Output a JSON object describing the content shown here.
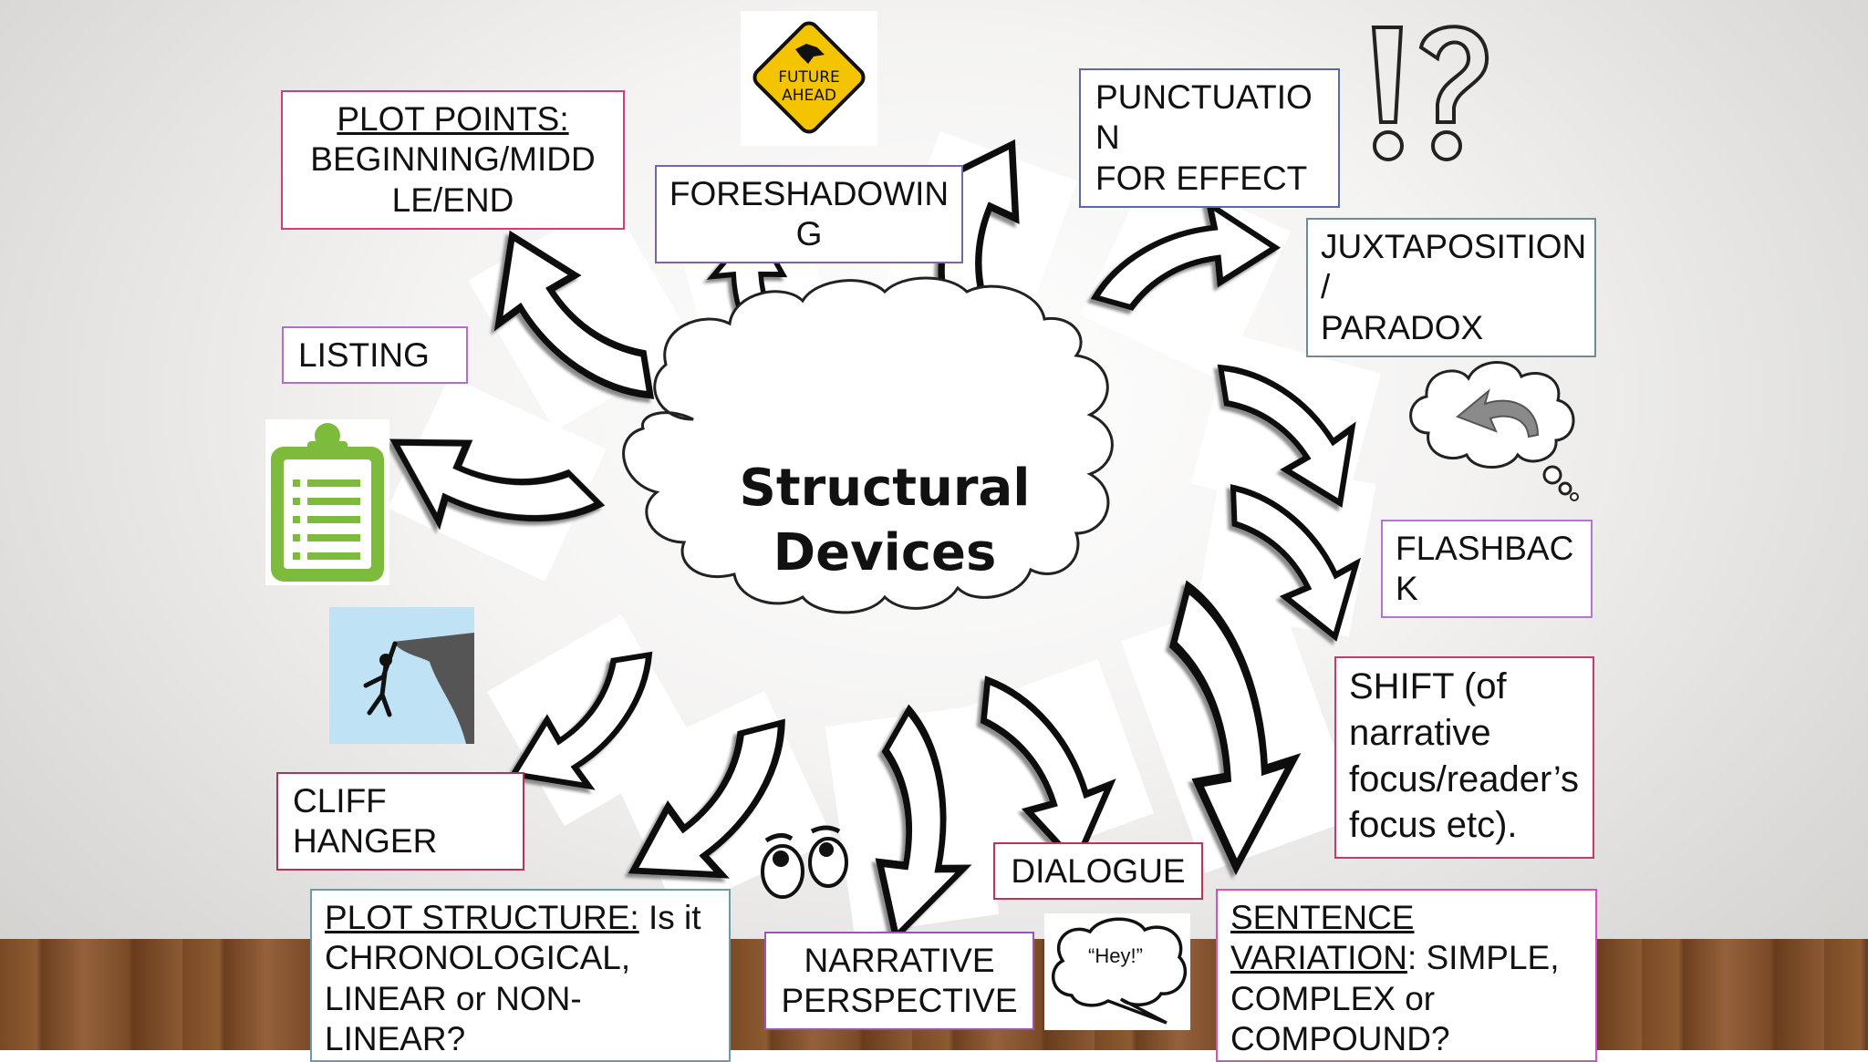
{
  "center": {
    "line1": "Structural",
    "line2": "Devices"
  },
  "signs": {
    "future_line1": "FUTURE",
    "future_line2": "AHEAD",
    "speech": "“Hey!”"
  },
  "labels": {
    "plot_points": {
      "title": "PLOT POINTS:",
      "line2": "BEGINNING/MIDD",
      "line3": "LE/END"
    },
    "foreshadowing": {
      "line1": "FORESHADOWIN",
      "line2": "G"
    },
    "punctuation": {
      "line1": "PUNCTUATIO",
      "line2": "N",
      "line3": "FOR EFFECT"
    },
    "juxtaposition": {
      "line1": "JUXTAPOSITION",
      "line2": "/",
      "line3": "PARADOX"
    },
    "listing": {
      "line1": "LISTING"
    },
    "flashback": {
      "line1": "FLASHBAC",
      "line2": "K"
    },
    "shift": {
      "line1": "SHIFT (of",
      "line2": "narrative",
      "line3": "focus/reader’s",
      "line4": "focus etc)."
    },
    "cliff_hanger": {
      "line1": "CLIFF",
      "line2": "HANGER"
    },
    "dialogue": {
      "line1": "DIALOGUE"
    },
    "plot_structure": {
      "title": "PLOT STRUCTURE:",
      "title_rest": " Is it",
      "line2": "CHRONOLOGICAL,",
      "line3": "LINEAR or NON-",
      "line4": "LINEAR?"
    },
    "narrative": {
      "line1": "NARRATIVE",
      "line2": "PERSPECTIVE"
    },
    "sentence": {
      "title1": "SENTENCE",
      "title2": "VARIATION",
      "title2_rest": ": SIMPLE,",
      "line3": "COMPLEX or",
      "line4": "COMPOUND?"
    }
  },
  "colors": {
    "plot_points_border": "#d63a7d",
    "foreshadowing_border": "#7b64a8",
    "punctuation_border": "#5b6aa6",
    "juxtaposition_border": "#6e8b98",
    "listing_border": "#b56bd1",
    "flashback_border": "#b476d4",
    "shift_border": "#c83a6a",
    "cliff_border": "#b0345a",
    "dialogue_border": "#c0325a",
    "plot_structure_border": "#6e9aa6",
    "narrative_border": "#9a55b5",
    "sentence_border": "#d84fc3",
    "clipboard_green": "#7dbb3c",
    "sign_yellow": "#f5c400"
  },
  "icons": [
    "future-ahead-sign",
    "interrobang-icon",
    "thought-cloud-icon",
    "clipboard-list-icon",
    "cliff-hanger-icon",
    "eyes-icon",
    "speech-bubble-icon"
  ]
}
